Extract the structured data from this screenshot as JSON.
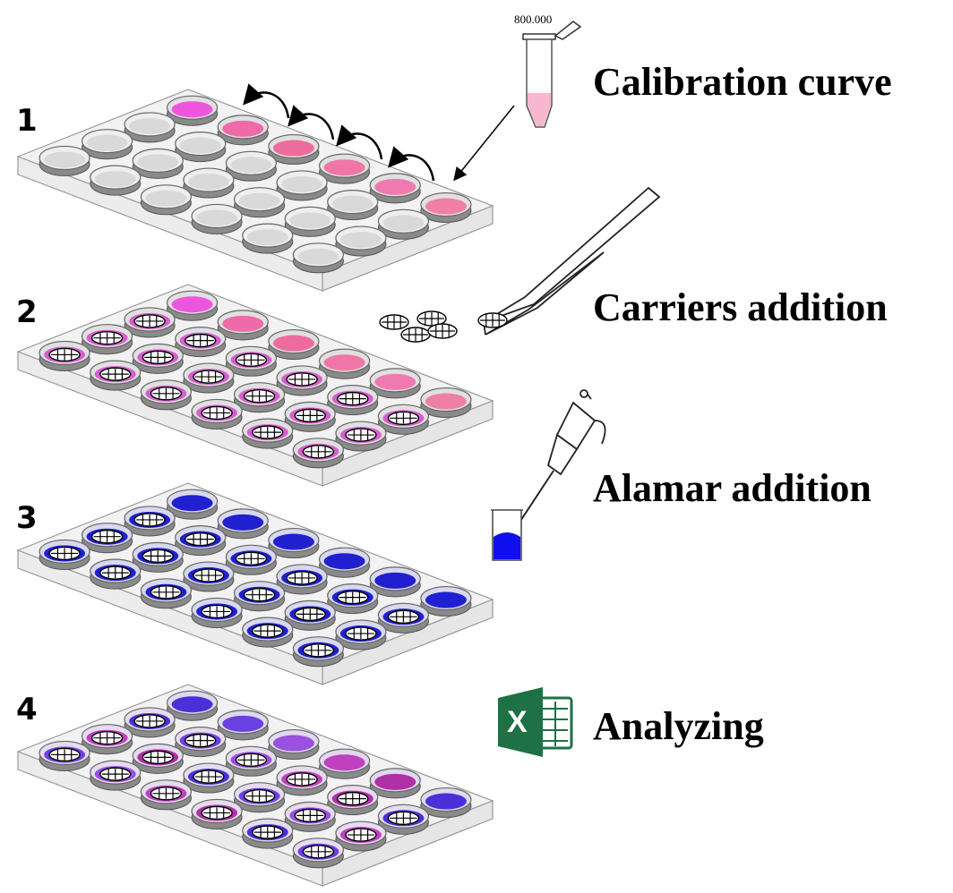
{
  "steps": [
    {
      "number": "1",
      "caption": "Calibration curve",
      "kind": "calibration"
    },
    {
      "number": "2",
      "caption": "Carriers addition",
      "kind": "carriers"
    },
    {
      "number": "3",
      "caption": "Alamar addition",
      "kind": "alamar"
    },
    {
      "number": "4",
      "caption": "Analyzing",
      "kind": "analyzing"
    }
  ],
  "tube_label": "800.000",
  "excel_letter": "X",
  "colors": {
    "empty_well": "#d9d9d9",
    "pink_1": "#ee55dd",
    "pink_2": "#ee6aa8",
    "pink_3": "#ee6c9d",
    "pink_4": "#ef76a6",
    "pink_5": "#ef7ab0",
    "pink_6": "#f07fa4",
    "carrier_well": "#d65fcf",
    "alamar_blue": "#2020d0",
    "reagent_blue": "#1010ee",
    "tube_pink": "#f7b7cf",
    "excel_green": "#1e7145",
    "analysis_shades": [
      "#6a40e0",
      "#9a50e0",
      "#c040c0",
      "#b030a8",
      "#4a30d8"
    ]
  },
  "icons": [
    "plate-icon",
    "tube-icon",
    "arrow-icon",
    "tweezers-icon",
    "carrier-icon",
    "pipette-icon",
    "beaker-icon",
    "excel-icon"
  ]
}
